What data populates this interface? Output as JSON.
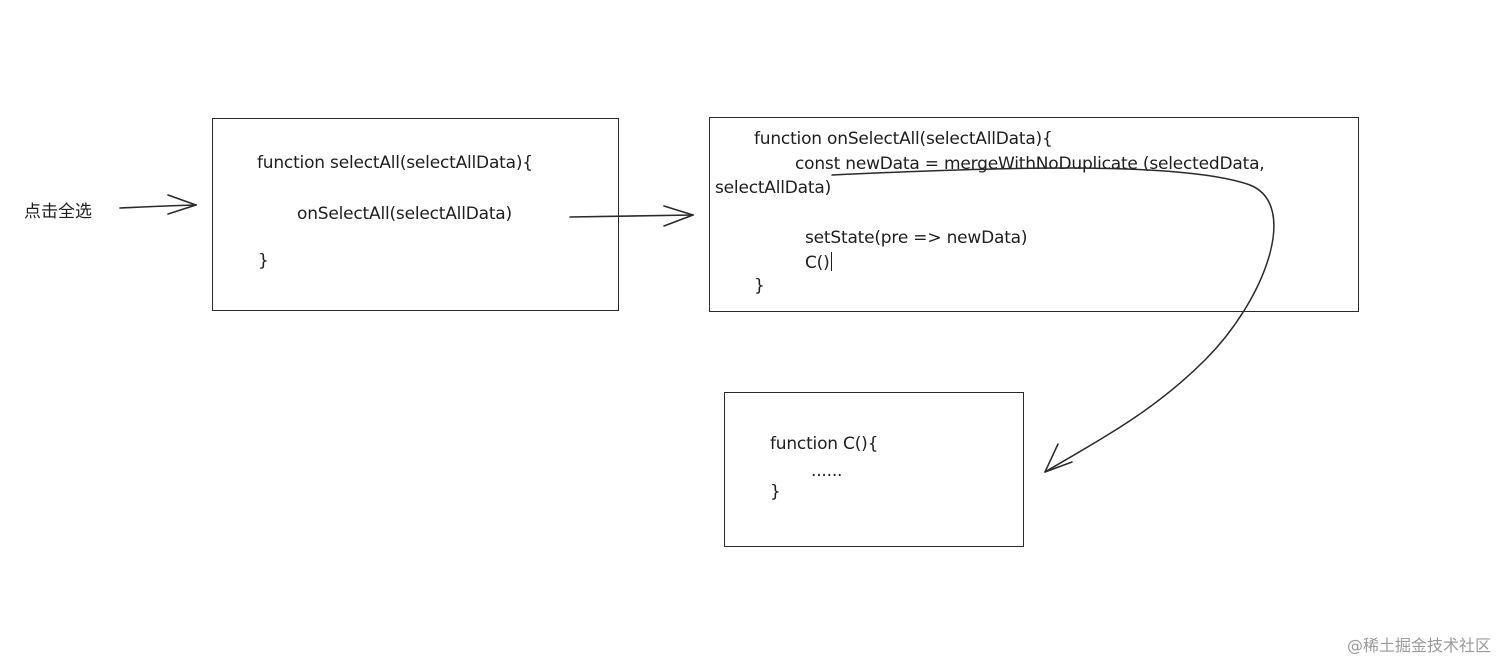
{
  "trigger_label": "点击全选",
  "box_select_all": {
    "line1": "function selectAll(selectAllData){",
    "line2": "onSelectAll(selectAllData)",
    "line3": "}"
  },
  "box_on_select_all": {
    "line1": "function onSelectAll(selectAllData){",
    "line2": "const newData = mergeWithNoDuplicate (selectedData,",
    "line3": "selectAllData)",
    "line4": "setState(pre => newData)",
    "line5": "C()",
    "line6": "}"
  },
  "box_c": {
    "line1": "function C(){",
    "line2": "......",
    "line3": "}"
  },
  "watermark": "@稀土掘金技术社区",
  "colors": {
    "stroke": "#2a2a2a",
    "text": "#1e1e1e",
    "watermark": "#9a9a9a"
  }
}
